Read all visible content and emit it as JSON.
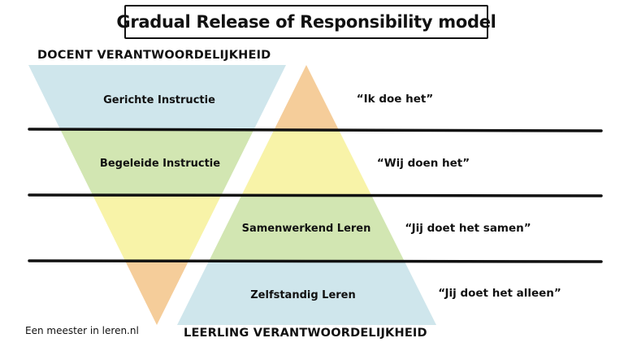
{
  "title": "Gradual Release of Responsibility model",
  "teacher_axis_label": "DOCENT VERANTWOORDELIJKHEID",
  "student_axis_label": "LEERLING VERANTWOORDELIJKHEID",
  "credit": "Een meester in leren.nl",
  "stages": [
    {
      "label": "Gerichte Instructie",
      "quote": "“Ik doe het”"
    },
    {
      "label": "Begeleide Instructie",
      "quote": "“Wij doen het”"
    },
    {
      "label": "Samenwerkend Leren",
      "quote": "“Jij doet het samen”"
    },
    {
      "label": "Zelfstandig Leren",
      "quote": "“Jij doet het alleen”"
    }
  ],
  "colors": {
    "blue": "#cfe6ec",
    "green": "#d2e6b2",
    "yellow": "#f8f3a8",
    "orange": "#f5cd9a",
    "line": "#111111"
  }
}
